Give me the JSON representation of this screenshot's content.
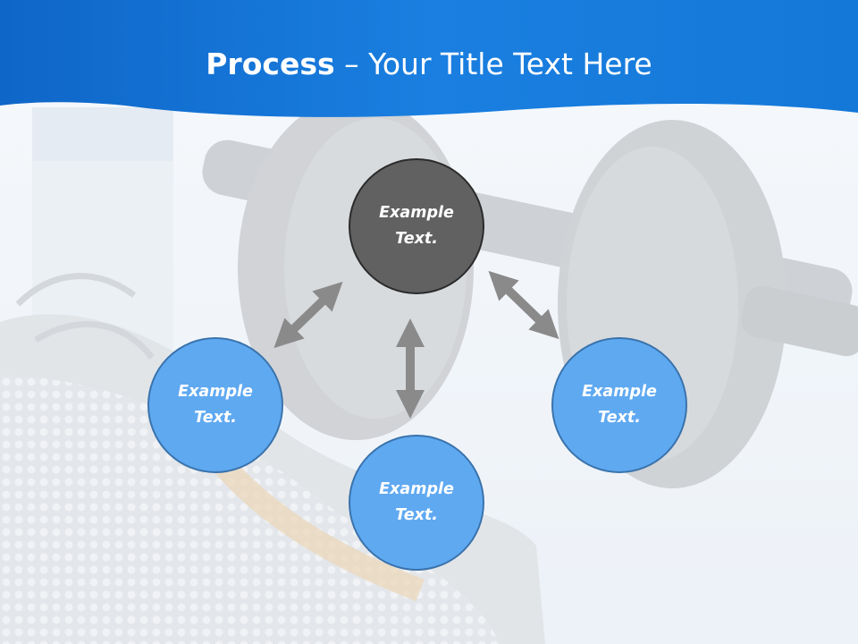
{
  "title": {
    "bold": "Process",
    "rest": " – Your Title Text Here"
  },
  "colors": {
    "header": "#1a7fe0",
    "dark_node": "#616161",
    "blue_node": "#5fa9f1",
    "arrow": "#8a8a8a"
  },
  "nodes": {
    "top": {
      "line1": "Example",
      "line2": "Text."
    },
    "left": {
      "line1": "Example",
      "line2": "Text."
    },
    "right": {
      "line1": "Example",
      "line2": "Text."
    },
    "bottom": {
      "line1": "Example",
      "line2": "Text."
    }
  }
}
